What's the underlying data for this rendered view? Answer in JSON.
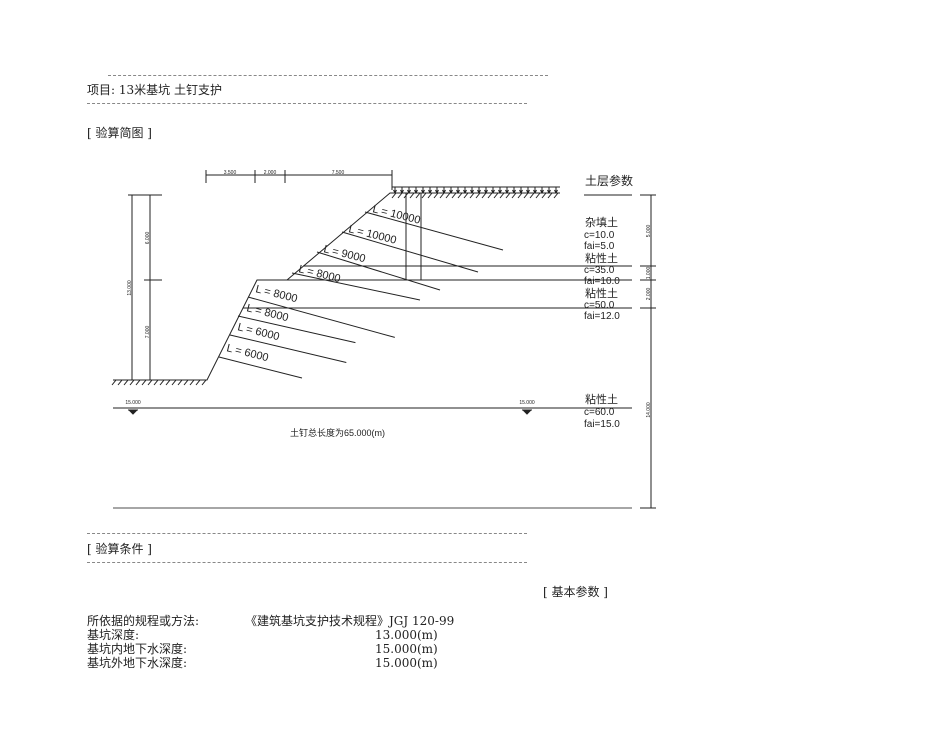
{
  "header": {
    "project_label": "项目: 13米基坑 土钉支护",
    "section_diagram": "[ 验算简图 ]",
    "section_conditions": "[ 验算条件 ]",
    "section_basic_params": "[ 基本参数 ]"
  },
  "diagram": {
    "top_dims": [
      "3.500",
      "2.000",
      "7.500"
    ],
    "left_dims": {
      "total": "13.000",
      "upper": "6.000",
      "lower": "7.000"
    },
    "right_dims": [
      "5.000",
      "1.000",
      "2.000",
      "14.000"
    ],
    "nails": [
      "L = 10000",
      "L = 10000",
      "L = 9000",
      "L = 8000",
      "L = 8000",
      "L = 8000",
      "L = 6000",
      "L = 6000"
    ],
    "soil_title": "土层参数",
    "layers": [
      {
        "name": "杂填土",
        "c": "c=10.0",
        "fai": "fai=5.0"
      },
      {
        "name": "粘性土",
        "c": "c=35.0",
        "fai": "fai=10.0"
      },
      {
        "name": "粘性土",
        "c": "c=50.0",
        "fai": "fai=12.0"
      },
      {
        "name": "粘性土",
        "c": "c=60.0",
        "fai": "fai=15.0"
      }
    ],
    "water_inside": "15.000",
    "water_outside": "15.000",
    "total_length": "土钉总长度为65.000(m)"
  },
  "params": [
    {
      "label": "所依据的规程或方法:",
      "value": "《建筑基坑支护技术规程》JGJ 120-99"
    },
    {
      "label": "基坑深度:",
      "value": "13.000(m)"
    },
    {
      "label": "基坑内地下水深度:",
      "value": "15.000(m)"
    },
    {
      "label": "基坑外地下水深度:",
      "value": "15.000(m)"
    }
  ]
}
